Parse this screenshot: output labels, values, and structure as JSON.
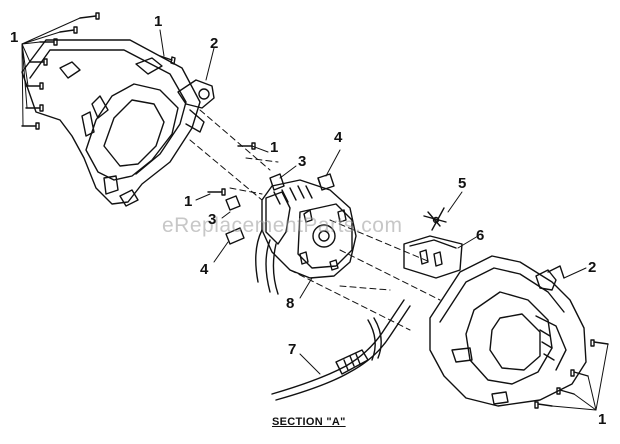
{
  "diagram": {
    "section_title": "SECTION \"A\"",
    "watermark": "eReplacementParts.com",
    "callouts": [
      {
        "id": "c1-top-left",
        "label": "1"
      },
      {
        "id": "c1-top-center",
        "label": "1"
      },
      {
        "id": "c2-top",
        "label": "2"
      },
      {
        "id": "c1-mid-upper",
        "label": "1"
      },
      {
        "id": "c3-upper",
        "label": "3"
      },
      {
        "id": "c4-upper",
        "label": "4"
      },
      {
        "id": "c1-mid-lower",
        "label": "1"
      },
      {
        "id": "c3-lower",
        "label": "3"
      },
      {
        "id": "c4-lower",
        "label": "4"
      },
      {
        "id": "c5",
        "label": "5"
      },
      {
        "id": "c6",
        "label": "6"
      },
      {
        "id": "c2-right",
        "label": "2"
      },
      {
        "id": "c8",
        "label": "8"
      },
      {
        "id": "c7",
        "label": "7"
      },
      {
        "id": "c1-bottom-right",
        "label": "1"
      }
    ]
  }
}
